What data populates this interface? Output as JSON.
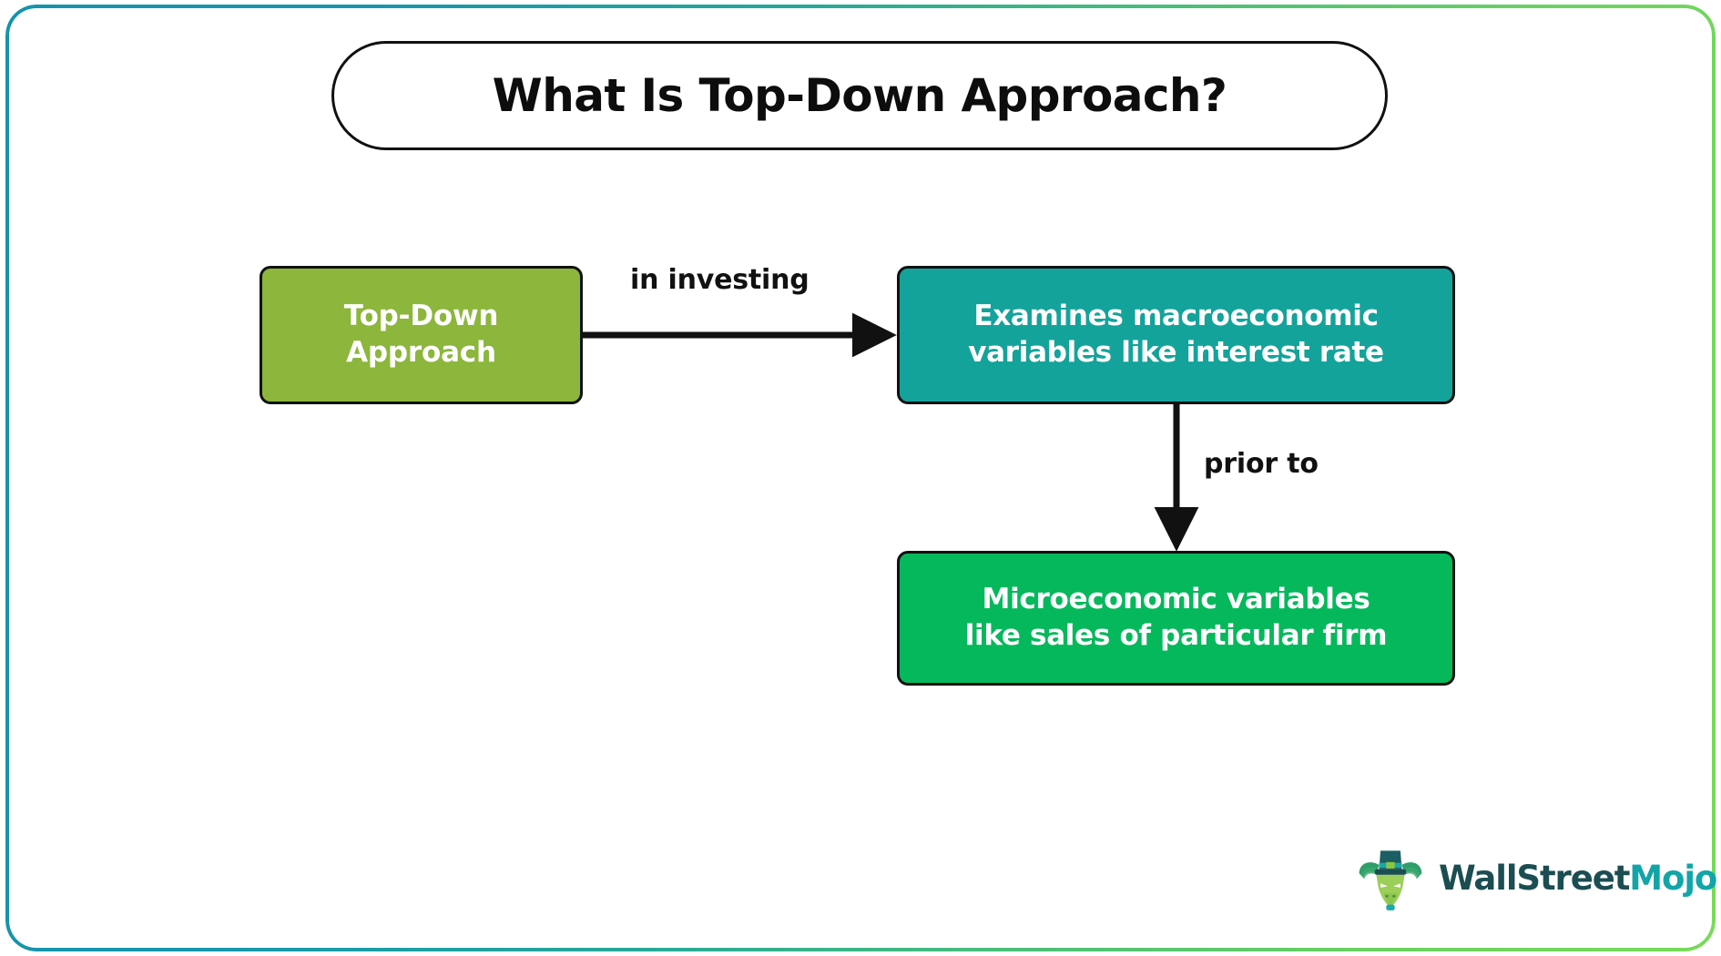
{
  "title": {
    "text": "What Is Top-Down Approach?"
  },
  "diagram": {
    "nodes": [
      {
        "id": "top-down-approach",
        "label": "Top-Down\nApproach",
        "line1": "Top-Down",
        "line2": "Approach",
        "color": "#8cb63c"
      },
      {
        "id": "macroeconomic-variables",
        "label": "Examines macroeconomic variables like interest rate",
        "line1": "Examines macroeconomic",
        "line2": "variables like interest rate",
        "color": "#14a39b"
      },
      {
        "id": "microeconomic-variables",
        "label": "Microeconomic variables like sales of particular firm",
        "line1": "Microeconomic variables",
        "line2": "like sales of particular firm",
        "color": "#06b85c"
      }
    ],
    "edges": [
      {
        "id": "edge-in-investing",
        "from": "top-down-approach",
        "to": "macroeconomic-variables",
        "label": "in investing",
        "direction": "horizontal"
      },
      {
        "id": "edge-prior-to",
        "from": "macroeconomic-variables",
        "to": "microeconomic-variables",
        "label": "prior to",
        "direction": "vertical"
      }
    ]
  },
  "logo": {
    "name_part1": "WallStreet",
    "name_part2": "Mojo",
    "mark": "bull-mascot-with-top-hat-icon",
    "color_part1": "#1b4d52",
    "color_part2": "#12a5a8"
  },
  "frame": {
    "gradient_start": "#1596ae",
    "gradient_end": "#78db58"
  }
}
